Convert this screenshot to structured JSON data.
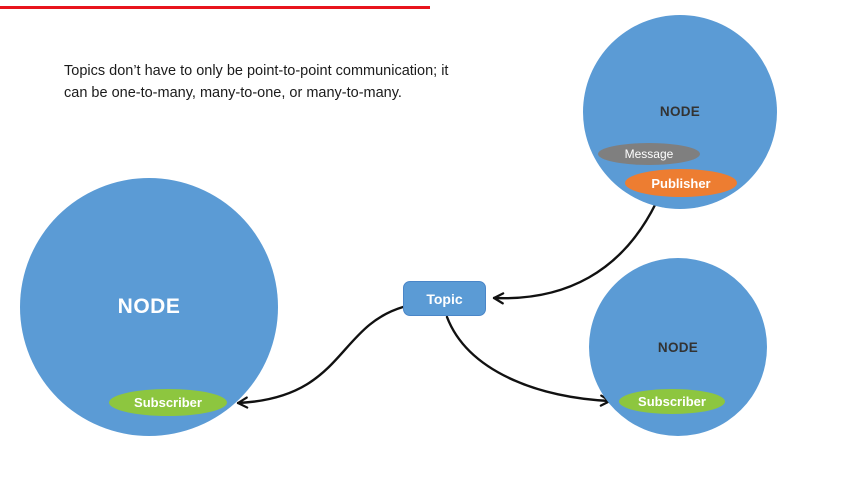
{
  "description": {
    "line1": "Topics don’t have to only be point-to-point communication; it",
    "line2": "can be one-to-many, many-to-one, or many-to-many."
  },
  "nodes": {
    "left": {
      "label": "NODE",
      "badge": "Subscriber"
    },
    "top_right": {
      "label": "NODE",
      "message_badge": "Message",
      "publisher_badge": "Publisher"
    },
    "bottom_right": {
      "label": "NODE",
      "badge": "Subscriber"
    }
  },
  "topic": {
    "label": "Topic"
  },
  "colors": {
    "node_blue": "#5b9bd5",
    "subscriber_green": "#8dc63f",
    "publisher_orange": "#ed7d31",
    "message_gray": "#7f7f7f",
    "accent_red": "#e8141c",
    "arrow_black": "#111111"
  }
}
